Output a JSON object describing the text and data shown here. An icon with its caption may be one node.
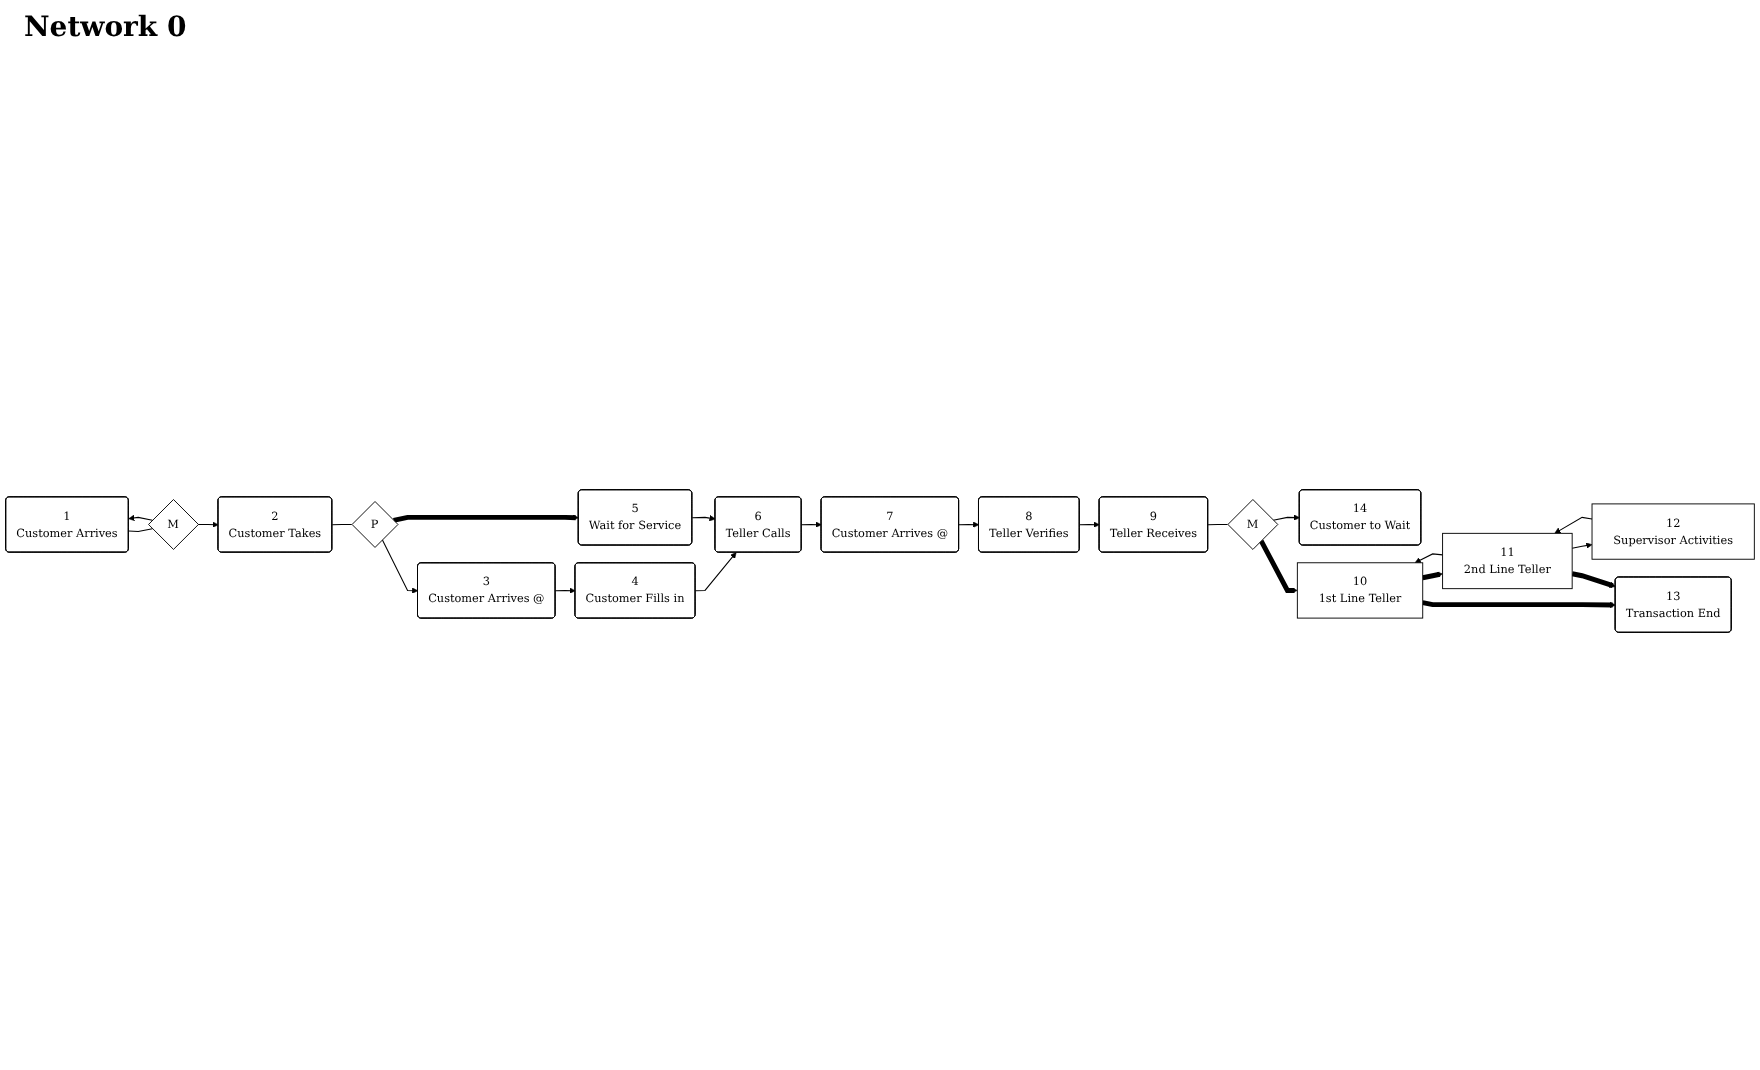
{
  "diagram": {
    "title": "Network 0",
    "nodes": [
      {
        "text": [
          "1",
          "Customer Arrives"
        ]
      },
      {
        "text": [
          "M"
        ]
      },
      {
        "text": [
          "2",
          "Customer Takes"
        ]
      },
      {
        "text": [
          "P"
        ]
      },
      {
        "text": [
          "3",
          "Customer Arrives @"
        ]
      },
      {
        "text": [
          "4",
          "Customer Fills in"
        ]
      },
      {
        "text": [
          "5",
          "Wait for Service"
        ]
      },
      {
        "text": [
          "6",
          "Teller Calls"
        ]
      },
      {
        "text": [
          "7",
          "Customer Arrives @"
        ]
      },
      {
        "text": [
          "8",
          "Teller Verifies"
        ]
      },
      {
        "text": [
          "9",
          "Teller Receives"
        ]
      },
      {
        "text": [
          "M"
        ]
      },
      {
        "text": [
          "14",
          "Customer to Wait"
        ]
      },
      {
        "text": [
          "10",
          "1st Line Teller"
        ]
      },
      {
        "text": [
          "11",
          "2nd Line Teller"
        ]
      },
      {
        "text": [
          "12",
          "Supervisor Activities"
        ]
      },
      {
        "text": [
          "13",
          "Transaction End"
        ]
      }
    ],
    "edges": [
      {
        "from": 0,
        "to": 1,
        "arrow": "none"
      },
      {
        "from": 1,
        "to": 2,
        "arrow": "to"
      },
      {
        "from": 1,
        "to": 0,
        "arrow": "to"
      },
      {
        "from": 2,
        "to": 3,
        "arrow": "none"
      },
      {
        "from": 3,
        "to": 4,
        "arrow": "to"
      },
      {
        "from": 3,
        "to": 6,
        "arrow": "to",
        "style": "thick"
      },
      {
        "from": 4,
        "to": 5,
        "arrow": "to"
      },
      {
        "from": 5,
        "to": 7,
        "arrow": "to"
      },
      {
        "from": 6,
        "to": 7,
        "arrow": "to"
      },
      {
        "from": 7,
        "to": 8,
        "arrow": "to"
      },
      {
        "from": 8,
        "to": 9,
        "arrow": "to"
      },
      {
        "from": 9,
        "to": 10,
        "arrow": "to"
      },
      {
        "from": 10,
        "to": 11,
        "arrow": "none"
      },
      {
        "from": 11,
        "to": 12,
        "arrow": "to"
      },
      {
        "from": 11,
        "to": 13,
        "arrow": "to",
        "style": "thick"
      },
      {
        "from": 13,
        "to": 14,
        "arrow": "to",
        "style": "thick"
      },
      {
        "from": 13,
        "to": 16,
        "arrow": "to",
        "style": "thick"
      },
      {
        "from": 14,
        "to": 15,
        "arrow": "to"
      },
      {
        "from": 14,
        "to": 16,
        "arrow": "to",
        "style": "thick"
      },
      {
        "from": 14,
        "to": 13,
        "arrow": "to"
      },
      {
        "from": 15,
        "to": 14,
        "arrow": "to"
      }
    ]
  }
}
